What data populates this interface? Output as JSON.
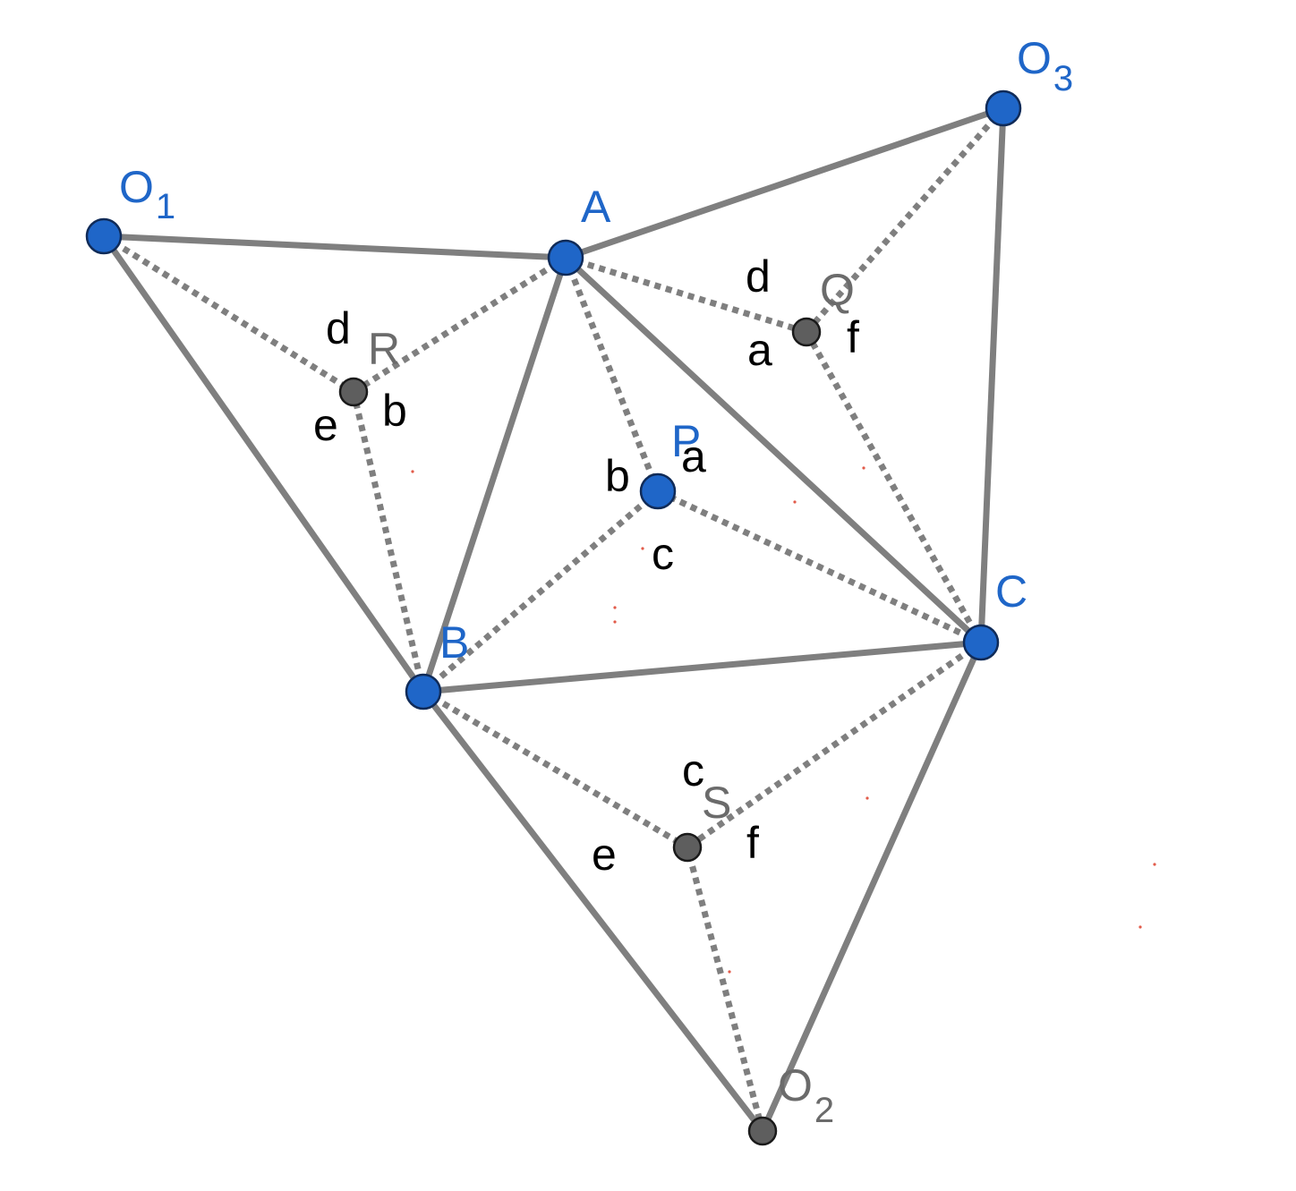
{
  "diagram": {
    "colors": {
      "primary_point": "#1f66c8",
      "secondary_point": "#5e5e5e",
      "segment": "#7f7f7f",
      "angle_label": "#000000"
    },
    "points": {
      "O1": {
        "label": "O",
        "sub": "1"
      },
      "A": {
        "label": "A"
      },
      "O3": {
        "label": "O",
        "sub": "3"
      },
      "B": {
        "label": "B"
      },
      "C": {
        "label": "C"
      },
      "P": {
        "label": "P"
      },
      "R": {
        "label": "R"
      },
      "Q": {
        "label": "Q"
      },
      "S": {
        "label": "S"
      },
      "O2": {
        "label": "O",
        "sub": "2"
      }
    },
    "angle_labels": {
      "R": [
        "d",
        "b",
        "e"
      ],
      "Q": [
        "d",
        "a",
        "f"
      ],
      "P": [
        "a",
        "b",
        "c"
      ],
      "S": [
        "c",
        "f",
        "e"
      ]
    },
    "solid_segments": [
      [
        "O1",
        "A"
      ],
      [
        "O1",
        "B"
      ],
      [
        "A",
        "O3"
      ],
      [
        "O3",
        "C"
      ],
      [
        "A",
        "B"
      ],
      [
        "A",
        "C"
      ],
      [
        "B",
        "C"
      ],
      [
        "B",
        "O2"
      ],
      [
        "C",
        "O2"
      ]
    ],
    "dotted_segments": [
      [
        "O1",
        "R"
      ],
      [
        "A",
        "R"
      ],
      [
        "B",
        "R"
      ],
      [
        "A",
        "Q"
      ],
      [
        "O3",
        "Q"
      ],
      [
        "C",
        "Q"
      ],
      [
        "A",
        "P"
      ],
      [
        "B",
        "P"
      ],
      [
        "C",
        "P"
      ],
      [
        "B",
        "S"
      ],
      [
        "C",
        "S"
      ],
      [
        "O2",
        "S"
      ]
    ]
  }
}
